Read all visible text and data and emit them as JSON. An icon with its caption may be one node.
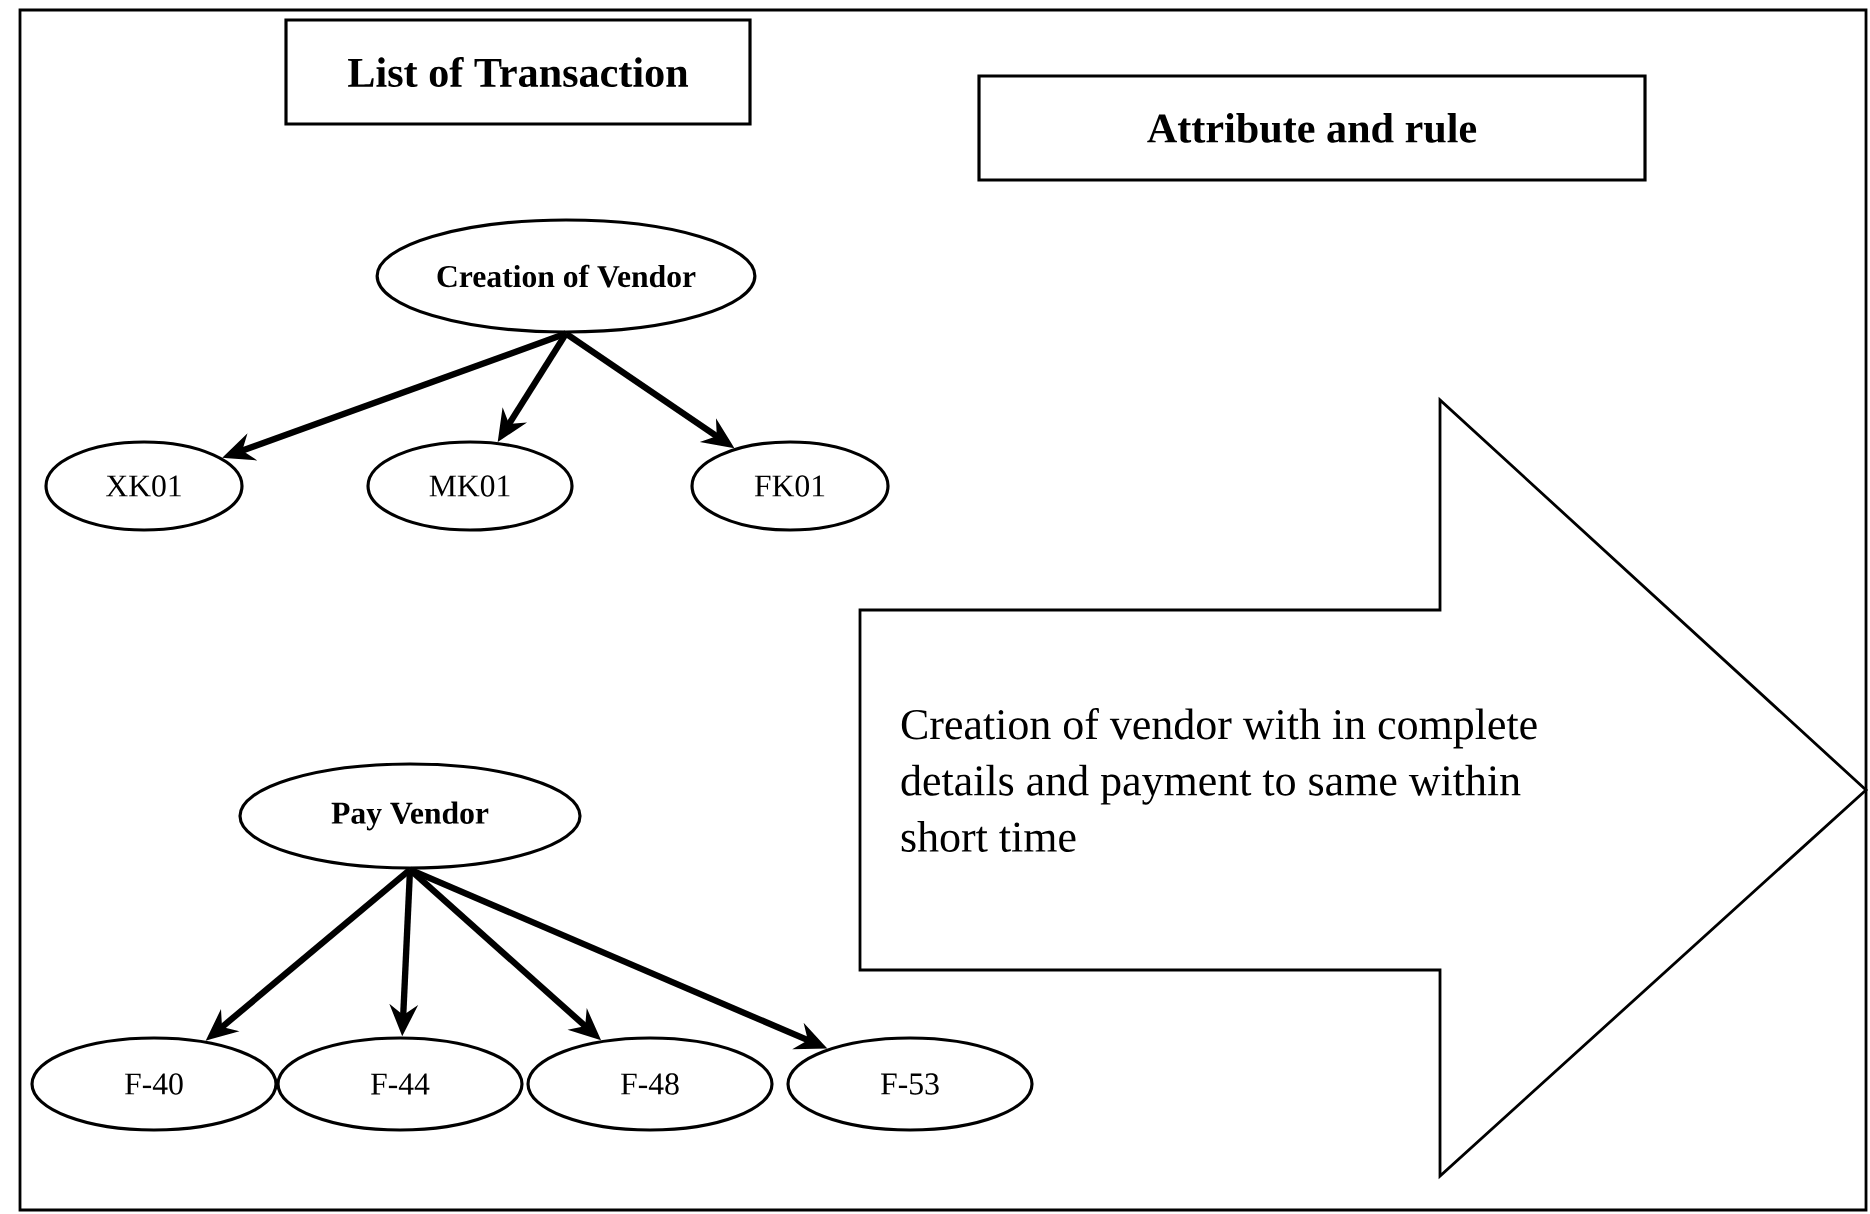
{
  "diagram": {
    "nodes": [
      {
        "text": [
          "List of Transaction"
        ]
      },
      {
        "text": [
          "Attribute and rule"
        ]
      },
      {
        "text": [
          "Creation of Vendor"
        ]
      },
      {
        "text": [
          "XK01"
        ]
      },
      {
        "text": [
          "MK01"
        ]
      },
      {
        "text": [
          "FK01"
        ]
      },
      {
        "text": [
          "Pay Vendor"
        ]
      },
      {
        "text": [
          "F-40"
        ]
      },
      {
        "text": [
          "F-44"
        ]
      },
      {
        "text": [
          "F-48"
        ]
      },
      {
        "text": [
          "F-53"
        ]
      },
      {
        "text": [
          "Creation of vendor with in complete details and payment to same within short time"
        ]
      }
    ],
    "edges": [
      {
        "from": 2,
        "to": 3,
        "arrow": "to"
      },
      {
        "from": 2,
        "to": 4,
        "arrow": "to"
      },
      {
        "from": 2,
        "to": 5,
        "arrow": "to"
      },
      {
        "from": 6,
        "to": 7,
        "arrow": "to"
      },
      {
        "from": 6,
        "to": 8,
        "arrow": "to"
      },
      {
        "from": 6,
        "to": 9,
        "arrow": "to"
      },
      {
        "from": 6,
        "to": 10,
        "arrow": "to"
      }
    ]
  }
}
